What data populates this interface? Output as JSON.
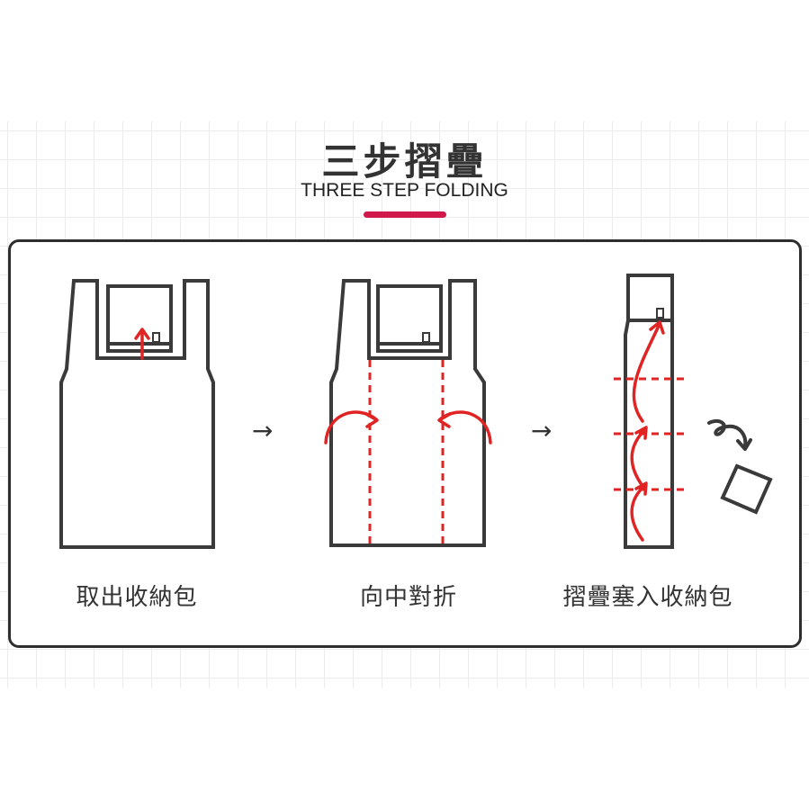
{
  "header": {
    "title_zh": "三步摺疊",
    "title_en": "THREE STEP FOLDING"
  },
  "steps": [
    {
      "label": "取出收納包"
    },
    {
      "label": "向中對折"
    },
    {
      "label": "摺疊塞入收納包"
    }
  ],
  "step_arrows": [
    "→",
    "→"
  ],
  "colors": {
    "accent": "#d0184a",
    "fold_red": "#e02323",
    "outline": "#3a3a3a"
  }
}
